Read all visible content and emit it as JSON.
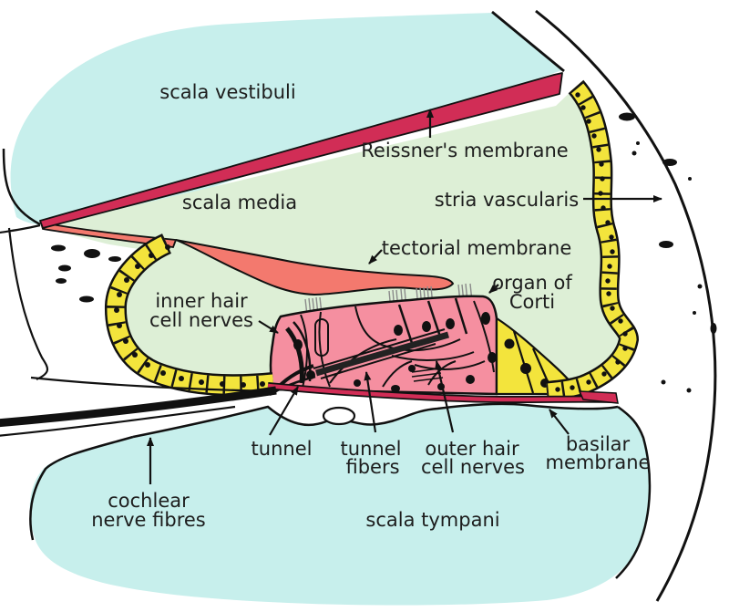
{
  "labels": {
    "scala_vestibuli": "scala vestibuli",
    "reissners_membrane": "Reissner's membrane",
    "scala_media": "scala media",
    "stria_vascularis": "stria vascularis",
    "tectorial_membrane": "tectorial membrane",
    "organ_of_corti": [
      "organ of",
      "Corti"
    ],
    "inner_hair_cell_nerves": [
      "inner hair",
      "cell nerves"
    ],
    "tunnel": "tunnel",
    "tunnel_fibers": [
      "tunnel",
      "fibers"
    ],
    "outer_hair_cell_nerves": [
      "outer hair",
      "cell nerves"
    ],
    "basilar_membrane": [
      "basilar",
      "membrane"
    ],
    "cochlear_nerve_fibres": [
      "cochlear",
      "nerve fibres"
    ],
    "scala_tympani": "scala tympani"
  },
  "colors": {
    "perilymph_cyan": "#c7efec",
    "endolymph_green": "#ddefd6",
    "cell_yellow": "#f3e43c",
    "organ_pink": "#f58fa0",
    "tectorial_salmon": "#f3796e",
    "membrane_crimson": "#d12d56",
    "outline_black": "#111111",
    "stereocilia_gray": "#8a8a8a",
    "label_text": "#1d1d1d",
    "background": "#ffffff"
  }
}
